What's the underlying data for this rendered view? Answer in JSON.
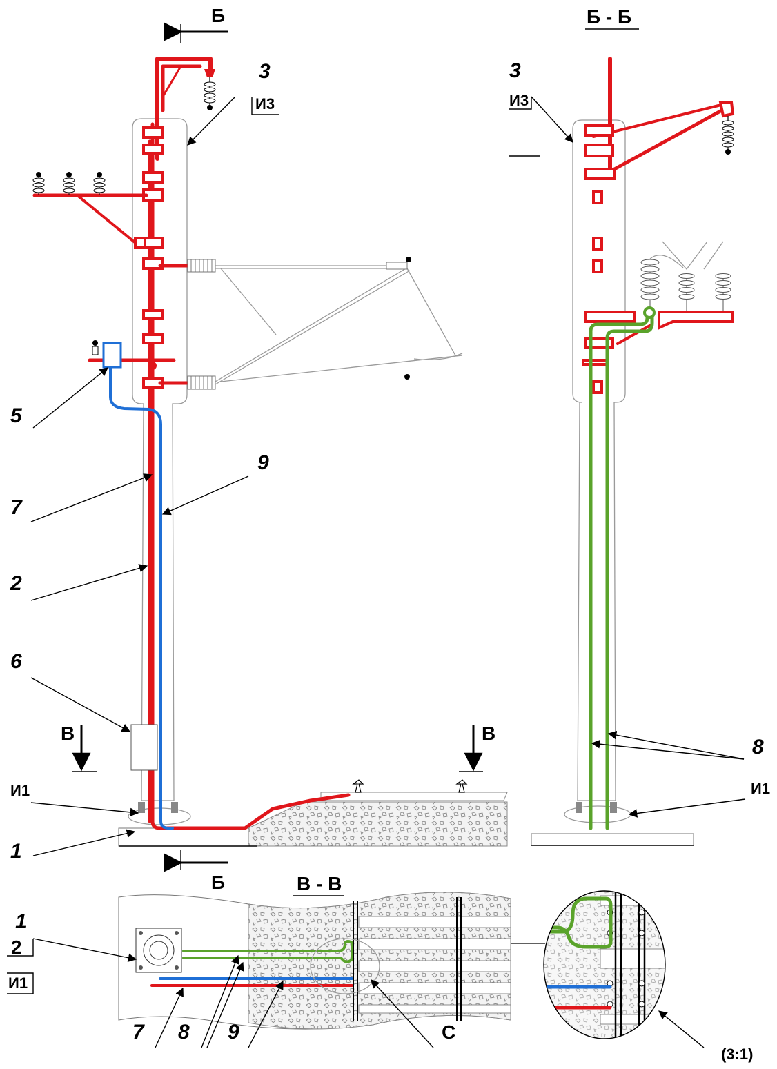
{
  "section_labels": {
    "b_top": "Б",
    "b_bottom": "Б",
    "b_section": "Б - Б",
    "v_left": "В",
    "v_right": "В",
    "v_section": "В - В",
    "detail": "С",
    "scale": "(3:1)"
  },
  "callouts": {
    "n3_left": "3",
    "i3_left": "И3",
    "n3_right": "3",
    "i3_right": "И3",
    "n5": "5",
    "n7": "7",
    "n9": "9",
    "n2": "2",
    "n6": "6",
    "i1_left": "И1",
    "n1": "1",
    "n8": "8",
    "i1_right": "И1",
    "plan_1": "1",
    "plan_2": "2",
    "plan_i1": "И1",
    "plan_7": "7",
    "plan_8": "8",
    "plan_9": "9"
  },
  "colors": {
    "grounding_red": "#e0161b",
    "conductor_green": "#5aa32b",
    "cable_blue": "#1f6fd6"
  }
}
